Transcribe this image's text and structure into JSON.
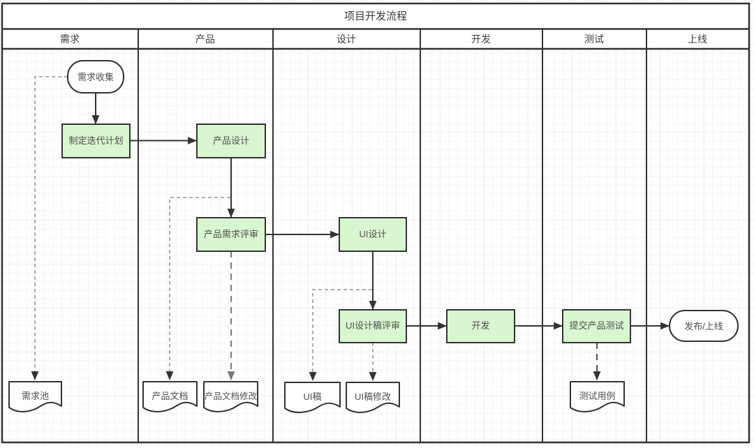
{
  "title": "项目开发流程",
  "lanes": [
    {
      "label": "需求"
    },
    {
      "label": "产品"
    },
    {
      "label": "设计"
    },
    {
      "label": "开发"
    },
    {
      "label": "测试"
    },
    {
      "label": "上线"
    }
  ],
  "nodes": {
    "req_collect": {
      "label": "需求收集",
      "type": "start-terminal"
    },
    "iteration_plan": {
      "label": "制定迭代计划",
      "type": "process"
    },
    "product_design": {
      "label": "产品设计",
      "type": "process"
    },
    "product_review": {
      "label": "产品需求评审",
      "type": "process"
    },
    "ui_design": {
      "label": "UI设计",
      "type": "process"
    },
    "ui_review": {
      "label": "UI设计稿评审",
      "type": "process"
    },
    "develop": {
      "label": "开发",
      "type": "process"
    },
    "submit_test": {
      "label": "提交产品测试",
      "type": "process"
    },
    "release": {
      "label": "发布/上线",
      "type": "end-terminal"
    },
    "req_pool": {
      "label": "需求池",
      "type": "document"
    },
    "product_doc": {
      "label": "产品文档",
      "type": "document"
    },
    "product_doc_edit": {
      "label": "产品文档修改",
      "type": "document"
    },
    "ui_draft": {
      "label": "UI稿",
      "type": "document"
    },
    "ui_draft_edit": {
      "label": "UI稿修改",
      "type": "document"
    },
    "test_case": {
      "label": "测试用例",
      "type": "document"
    }
  },
  "edges": [
    {
      "from": "需求收集",
      "to": "制定迭代计划",
      "style": "solid"
    },
    {
      "from": "制定迭代计划",
      "to": "产品设计",
      "style": "solid"
    },
    {
      "from": "产品设计",
      "to": "产品需求评审",
      "style": "solid"
    },
    {
      "from": "产品需求评审",
      "to": "UI设计",
      "style": "solid"
    },
    {
      "from": "UI设计",
      "to": "UI设计稿评审",
      "style": "solid"
    },
    {
      "from": "UI设计稿评审",
      "to": "开发",
      "style": "solid"
    },
    {
      "from": "开发",
      "to": "提交产品测试",
      "style": "solid"
    },
    {
      "from": "提交产品测试",
      "to": "发布/上线",
      "style": "solid"
    },
    {
      "from": "需求收集",
      "to": "需求池",
      "style": "dashed"
    },
    {
      "from": "产品需求评审",
      "to": "产品文档",
      "style": "dashed"
    },
    {
      "from": "产品需求评审",
      "to": "产品文档修改",
      "style": "dashed"
    },
    {
      "from": "UI设计",
      "to": "UI稿",
      "style": "dashed"
    },
    {
      "from": "UI设计稿评审",
      "to": "UI稿修改",
      "style": "dashed"
    },
    {
      "from": "提交产品测试",
      "to": "测试用例",
      "style": "dashed"
    }
  ],
  "colors": {
    "process_fill": "#d8f6d0",
    "stroke": "#333333",
    "dashed_line": "#979797",
    "grid_line": "#f3f3f3"
  }
}
